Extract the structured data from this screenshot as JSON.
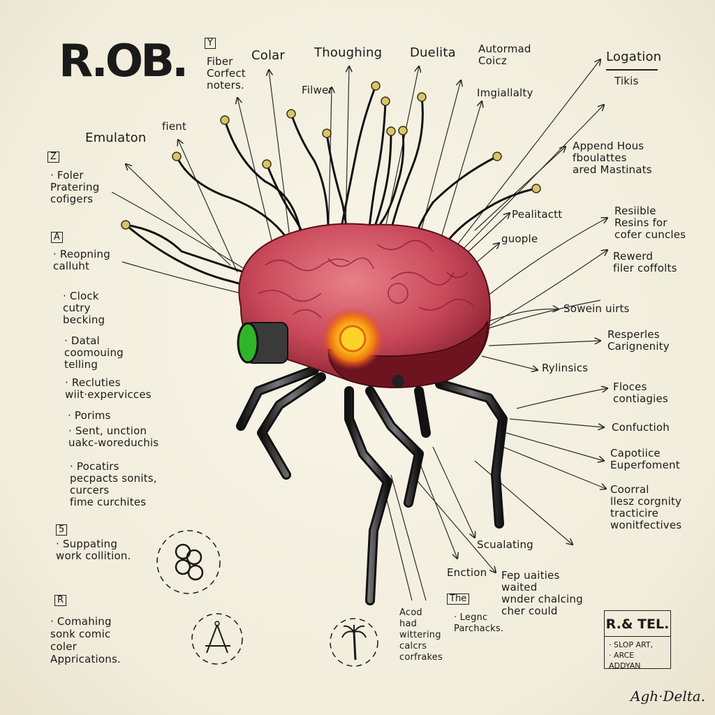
{
  "title": "R.OB.",
  "colors": {
    "paper": "#f4f0e1",
    "brain": "#c9485a",
    "brain_dark": "#6e1420",
    "core": "#f5a21a",
    "eye": "#2fb52a",
    "ink": "#1a1a1a",
    "node": "#d8c46a"
  },
  "top_labels": {
    "box_y": "Y",
    "fiber": "Fiber\nCorfect\nnoters.",
    "colar": "Colar",
    "thoughing": "Thoughing",
    "duelita": "Duelita",
    "autormad": "Autormad\nCoicz",
    "filwer": "Filwer",
    "imgiallalty": "Imgiallalty",
    "logation": "Logation",
    "tikis": "Tikis",
    "emulaton": "Emulaton",
    "fient": "fient"
  },
  "left_sections": {
    "box_z": "Z",
    "foler": "· Foler\n  Pratering\n  cofigers",
    "box_a": "A",
    "reopning": "· Reopning\n  calluht",
    "clock": "· Clock\n  cutry\n  becking",
    "datal": "· Datal\n  coomouing\n  telling",
    "recluties": "· Recluties\n  wiit·expervicces",
    "porims": "· Porims",
    "sent": "· Sent, unction\n  uakc-woreduchis",
    "pocatirs": "· Pocatirs\n  pecpacts sonits,\n  curcers\n  fime curchites",
    "box_5": "5",
    "suppating": "· Suppating\n  work collition.",
    "box_r": "R",
    "comahing": "· Comahing\n  sonk comic\n  coler\n  Apprications."
  },
  "right_labels": {
    "append": "Append Hous\n fboulattes\n ared Mastinats",
    "pealitactt": "Pealitactt",
    "guople": "guople",
    "resiible": "Resiible\nResins for\ncofer cuncles",
    "rewerd": "Rewerd\nfiler coffolts",
    "sowein": "Sowein uirts",
    "resperles": "Resperles\nCarignenity",
    "rylinsics": "Rylinsics",
    "floces": "Floces\n contiagies",
    "confuctioh": "Confuctioh",
    "capotiice": "Capotiice\nEuperfoment",
    "coorral": "Coorral\nllesz corgnity\ntracticire\nwonitfectives"
  },
  "bottom_labels": {
    "scualating": "Scualating",
    "enction": "Enction",
    "fep": "Fep uaities\nwaited\nwnder chalcing\n cher could",
    "box_the": "The",
    "legnc": "· Legnc\n  Parchacks.",
    "acod": "Acod\nhad\nwittering\ncalcrs\n  corfrakes"
  },
  "legend": {
    "heading": "R.& TEL.",
    "lines": "· SLOP ART,\n· ARCE ADDYAN"
  },
  "signature": "Agh·Delta.",
  "icons": [
    "knot-symbol-icon",
    "triangle-compass-icon",
    "palm-tree-icon"
  ]
}
